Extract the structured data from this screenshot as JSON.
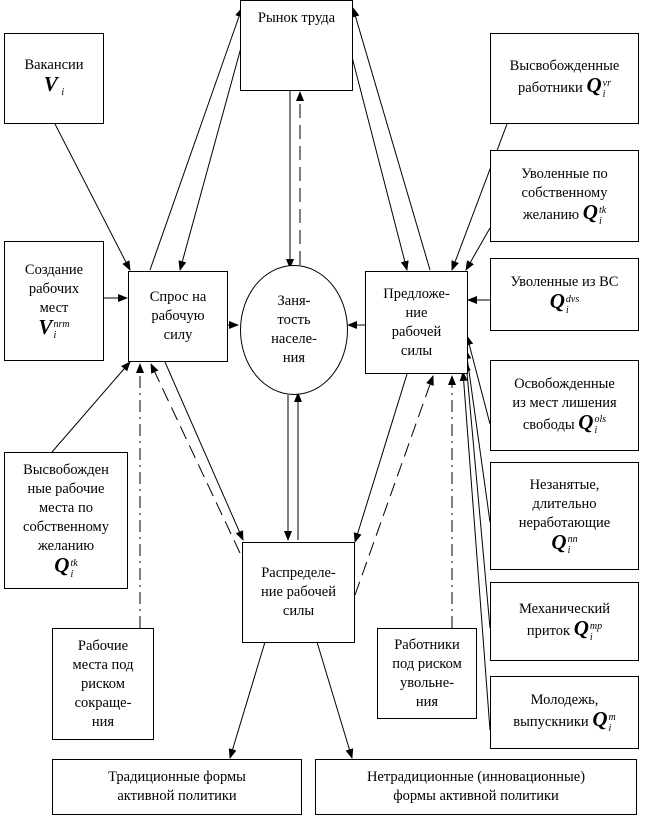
{
  "nodes": {
    "vacancies": {
      "label": "Вакансии",
      "symbol": "V",
      "sub": "i"
    },
    "labor_market": {
      "label": "Рынок труда"
    },
    "released_workers": {
      "line1": "Высвобожденные",
      "line2": "работники",
      "symbol": "Q",
      "sup": "vr",
      "sub": "i"
    },
    "voluntary_dismissed": {
      "line1": "Уволенные по",
      "line2": "собственному",
      "line3": "желанию",
      "symbol": "Q",
      "sup": "tk",
      "sub": "i"
    },
    "job_creation": {
      "line1": "Создание",
      "line2": "рабочих",
      "line3": "мест",
      "symbol": "V",
      "sup": "nrm",
      "sub": "i"
    },
    "labor_demand": {
      "line1": "Спрос на",
      "line2": "рабочую",
      "line3": "силу"
    },
    "employment": {
      "line1": "Заня-",
      "line2": "тость",
      "line3": "населе-",
      "line4": "ния"
    },
    "labor_supply": {
      "line1": "Предложе-",
      "line2": "ние",
      "line3": "рабочей",
      "line4": "силы"
    },
    "army_dismissed": {
      "line1": "Уволенные из ВС",
      "symbol": "Q",
      "sup": "dvs",
      "sub": "i"
    },
    "released_prison": {
      "line1": "Освобожденные",
      "line2": "из мест лишения",
      "line3": "свободы",
      "symbol": "Q",
      "sup": "ols",
      "sub": "i"
    },
    "released_jobs_voluntary": {
      "line1": "Высвобожден",
      "line2": "ные рабочие",
      "line3": "места по",
      "line4": "собственному",
      "line5": "желанию",
      "symbol": "Q",
      "sup": "tk",
      "sub": "i"
    },
    "unemployed_long": {
      "line1": "Незанятые,",
      "line2": "длительно",
      "line3": "неработающие",
      "symbol": "Q",
      "sup": "nn",
      "sub": "i"
    },
    "labor_distribution": {
      "line1": "Распределе-",
      "line2": "ние рабочей",
      "line3": "силы"
    },
    "mechanical_inflow": {
      "line1": "Механический",
      "line2": "приток",
      "symbol": "Q",
      "sup": "mp",
      "sub": "i"
    },
    "jobs_at_risk": {
      "line1": "Рабочие",
      "line2": "места под",
      "line3": "риском",
      "line4": "сокраще-",
      "line5": "ния"
    },
    "workers_at_risk": {
      "line1": "Работники",
      "line2": "под риском",
      "line3": "увольне-",
      "line4": "ния"
    },
    "youth_graduates": {
      "line1": "Молодежь,",
      "line2": "выпускники",
      "symbol": "Q",
      "sup": "m",
      "sub": "i"
    },
    "traditional_forms": {
      "line1": "Традиционные формы",
      "line2": "активной политики"
    },
    "nontraditional_forms": {
      "line1": "Нетрадиционные (инновационные)",
      "line2": "формы активной политики"
    }
  }
}
